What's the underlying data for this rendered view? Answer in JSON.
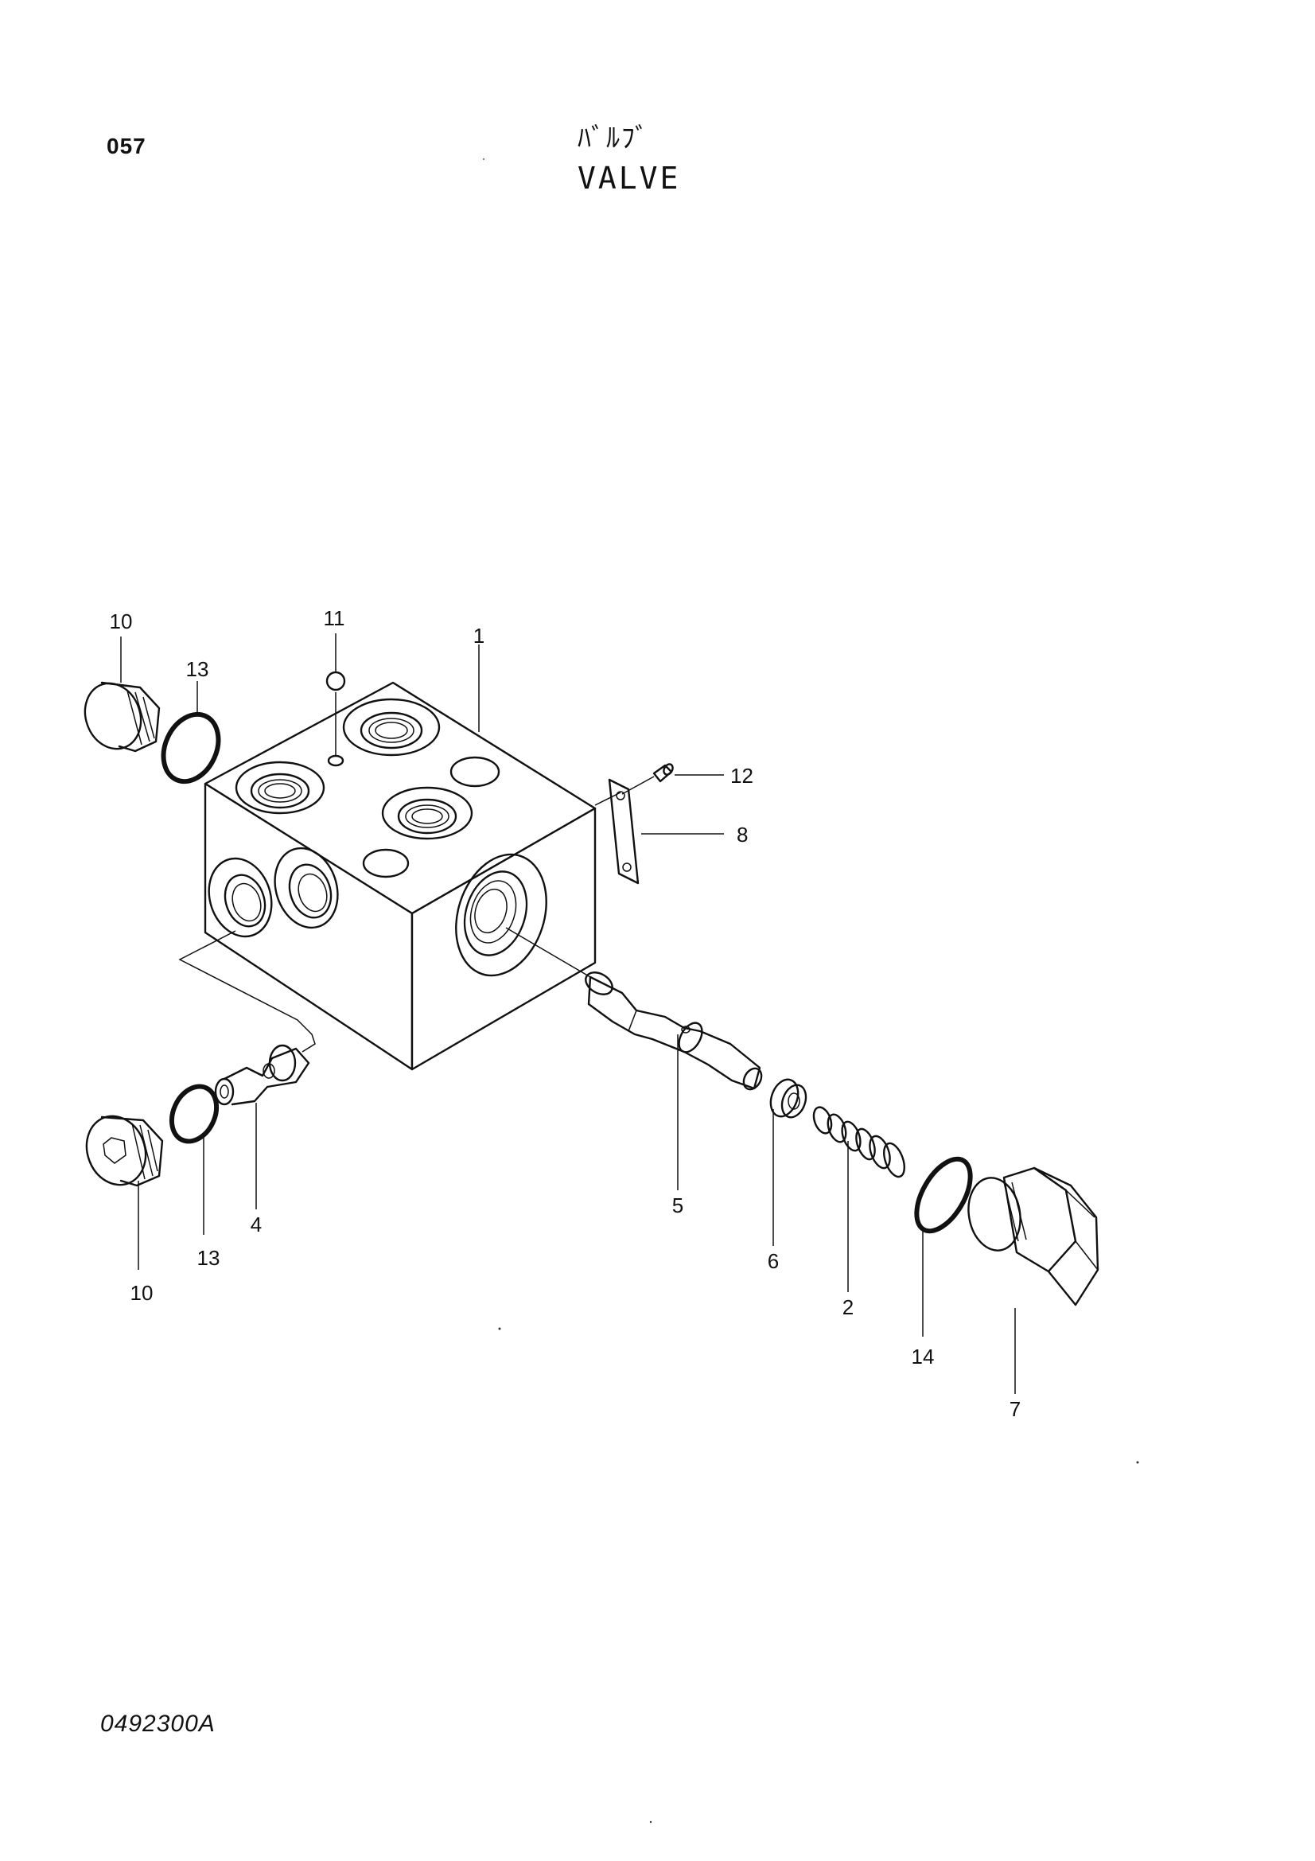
{
  "header": {
    "page_number": "057",
    "title_jp": "ﾊﾞﾙﾌﾞ",
    "title_en": "VALVE"
  },
  "footer": {
    "drawing_code": "0492300A"
  },
  "callouts": [
    {
      "id": "body",
      "label": "1"
    },
    {
      "id": "spring",
      "label": "2"
    },
    {
      "id": "orifice",
      "label": "4"
    },
    {
      "id": "spool",
      "label": "5"
    },
    {
      "id": "seat",
      "label": "6"
    },
    {
      "id": "hex-plug",
      "label": "7"
    },
    {
      "id": "plate",
      "label": "8"
    },
    {
      "id": "plug-upper",
      "label": "10"
    },
    {
      "id": "plug-lower",
      "label": "10"
    },
    {
      "id": "ball",
      "label": "11"
    },
    {
      "id": "screw",
      "label": "12"
    },
    {
      "id": "oring-upper",
      "label": "13"
    },
    {
      "id": "oring-lower",
      "label": "13"
    },
    {
      "id": "oring-right",
      "label": "14"
    }
  ]
}
